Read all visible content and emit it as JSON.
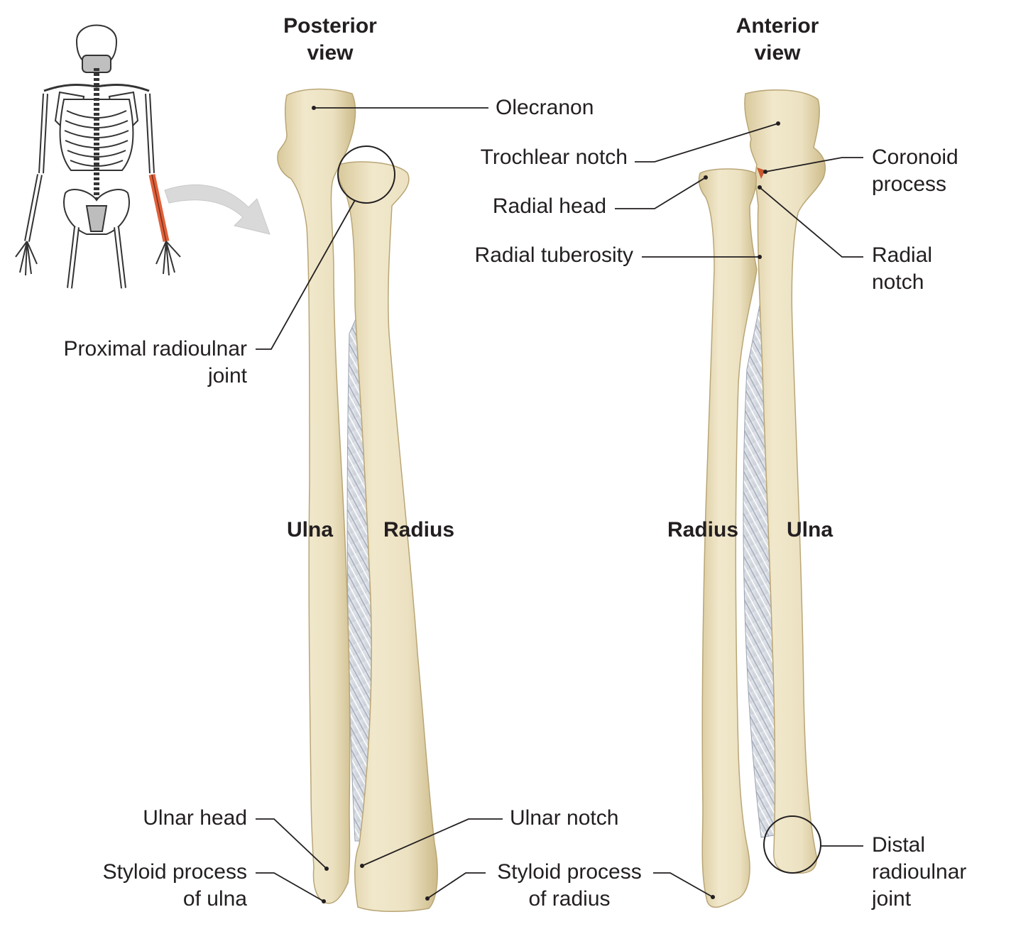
{
  "views": {
    "posterior": "Posterior\nview",
    "anterior": "Anterior\nview"
  },
  "bones": {
    "posterior_left": "Ulna",
    "posterior_right": "Radius",
    "anterior_left": "Radius",
    "anterior_right": "Ulna"
  },
  "labels": {
    "olecranon": "Olecranon",
    "trochlear_notch": "Trochlear notch",
    "coronoid_process": "Coronoid\nprocess",
    "radial_head": "Radial head",
    "radial_tuberosity": "Radial tuberosity",
    "radial_notch": "Radial\nnotch",
    "proximal_radioulnar_joint": "Proximal radioulnar\njoint",
    "ulnar_head": "Ulnar head",
    "styloid_process_ulna": "Styloid process\nof ulna",
    "ulnar_notch": "Ulnar notch",
    "styloid_process_radius": "Styloid process\nof radius",
    "distal_radioulnar_joint": "Distal\nradioulnar\njoint"
  },
  "colors": {
    "bone_fill": "#ede3c3",
    "bone_shade": "#d8c99a",
    "bone_outline": "#b9a676",
    "membrane": "#d9dde3",
    "membrane_fiber": "#9ea6b4",
    "leader_line": "#231f20",
    "highlight_bone": "#e0603a",
    "arrow": "#d8d8d8"
  }
}
